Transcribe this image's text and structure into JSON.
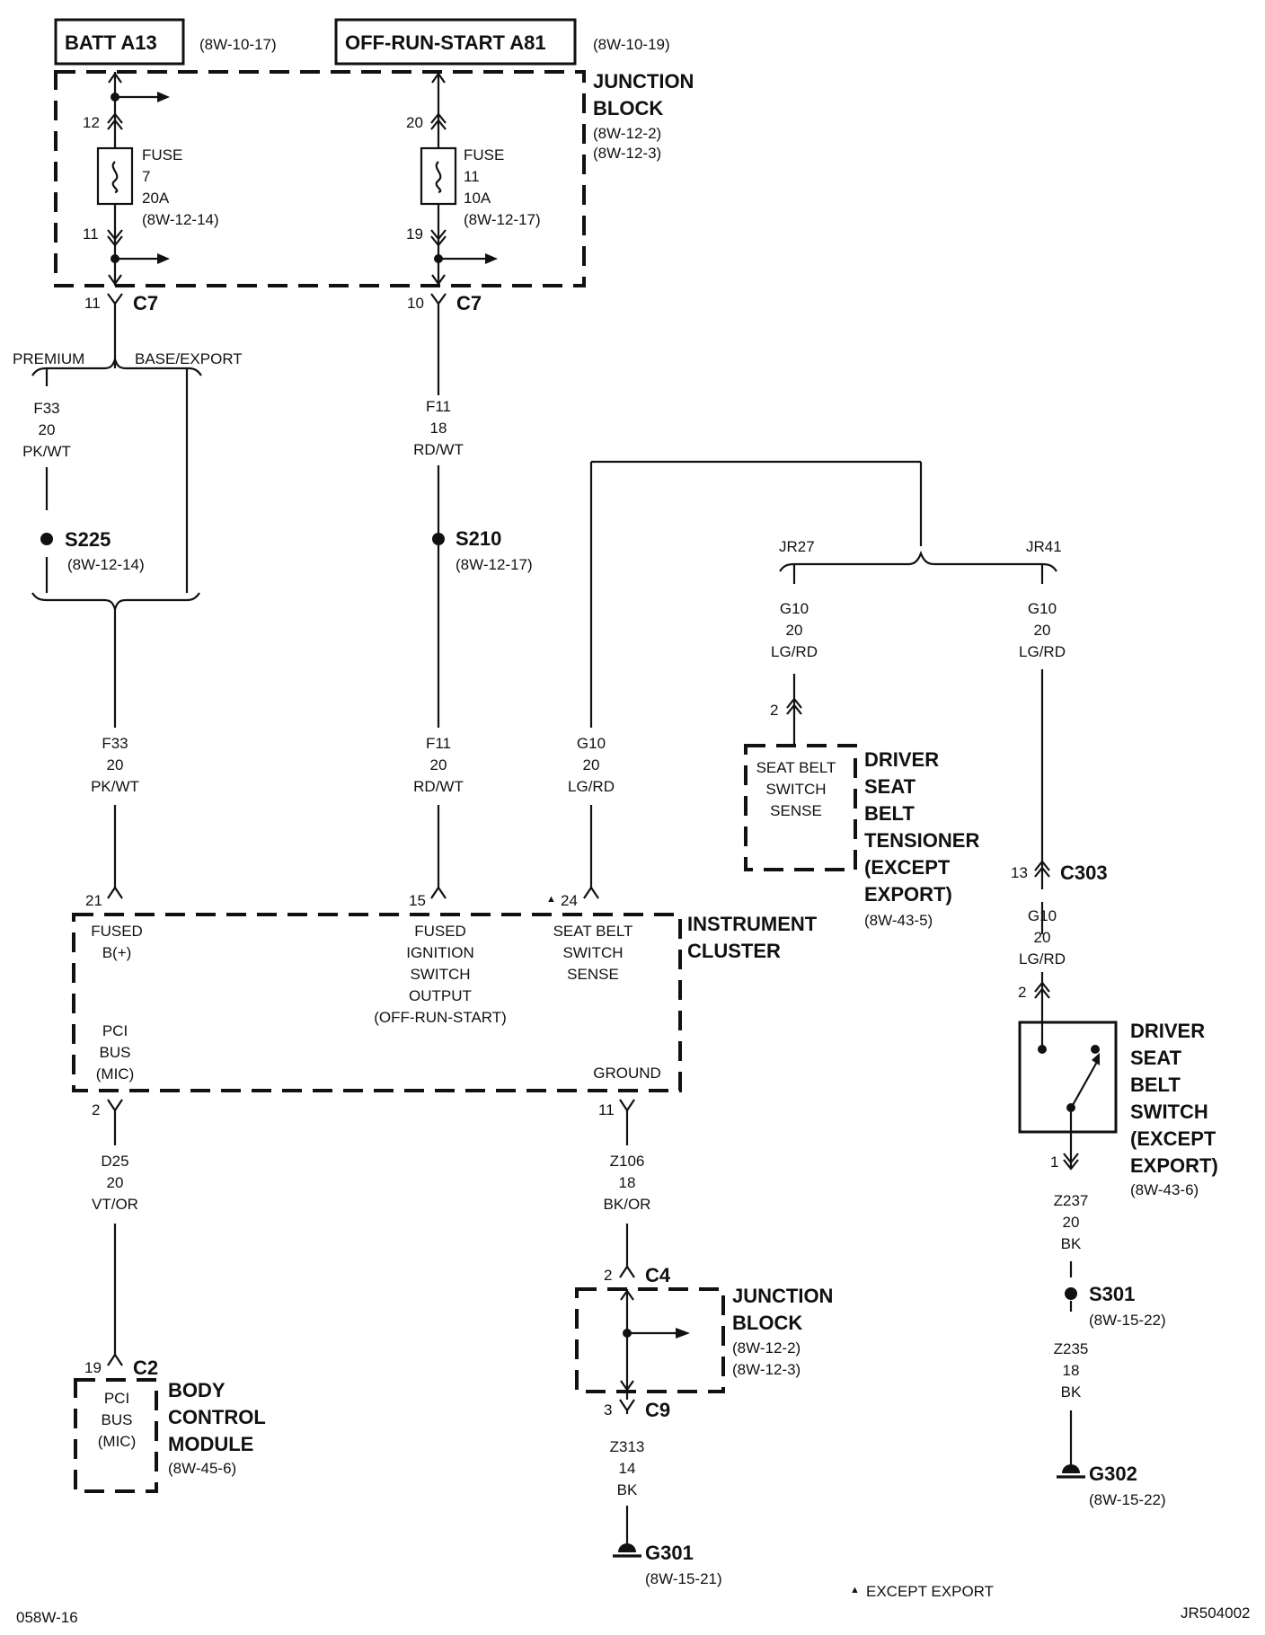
{
  "sources": {
    "batt_label": "BATT A13",
    "batt_ref": "(8W-10-17)",
    "ors_label": "OFF-RUN-START A81",
    "ors_ref": "(8W-10-19)"
  },
  "junction_block_top": {
    "line1": "JUNCTION",
    "line2": "BLOCK",
    "ref1": "(8W-12-2)",
    "ref2": "(8W-12-3)"
  },
  "fuse7": {
    "in_pin": "12",
    "out_pin": "11",
    "line1": "FUSE",
    "line2": "7",
    "line3": "20A",
    "ref": "(8W-12-14)"
  },
  "fuse11": {
    "in_pin": "20",
    "out_pin": "19",
    "line1": "FUSE",
    "line2": "11",
    "line3": "10A",
    "ref": "(8W-12-17)"
  },
  "c7_left": {
    "pin": "11",
    "name": "C7"
  },
  "c7_right": {
    "pin": "10",
    "name": "C7"
  },
  "options": {
    "premium": "PREMIUM",
    "base_export": "BASE/EXPORT"
  },
  "wire_f33_a": {
    "code": "F33",
    "gauge": "20",
    "color": "PK/WT"
  },
  "s225": {
    "name": "S225",
    "ref": "(8W-12-14)"
  },
  "wire_f33_b": {
    "code": "F33",
    "gauge": "20",
    "color": "PK/WT"
  },
  "wire_f11_a": {
    "code": "F11",
    "gauge": "18",
    "color": "RD/WT"
  },
  "s210": {
    "name": "S210",
    "ref": "(8W-12-17)"
  },
  "wire_f11_b": {
    "code": "F11",
    "gauge": "20",
    "color": "RD/WT"
  },
  "wire_g10_cluster": {
    "code": "G10",
    "gauge": "20",
    "color": "LG/RD"
  },
  "jr27": "JR27",
  "jr41": "JR41",
  "wire_g10_tensioner": {
    "code": "G10",
    "gauge": "20",
    "color": "LG/RD"
  },
  "wire_g10_jr41": {
    "code": "G10",
    "gauge": "20",
    "color": "LG/RD"
  },
  "tensioner": {
    "pin": "2",
    "inner1": "SEAT BELT",
    "inner2": "SWITCH",
    "inner3": "SENSE",
    "t1": "DRIVER",
    "t2": "SEAT",
    "t3": "BELT",
    "t4": "TENSIONER",
    "t5": "(EXCEPT",
    "t6": "EXPORT)",
    "ref": "(8W-43-5)"
  },
  "c303": {
    "pin": "13",
    "name": "C303"
  },
  "wire_g10_switch": {
    "code": "G10",
    "gauge": "20",
    "color": "LG/RD"
  },
  "belt_switch": {
    "in_pin": "2",
    "out_pin": "1",
    "t1": "DRIVER",
    "t2": "SEAT",
    "t3": "BELT",
    "t4": "SWITCH",
    "t5": "(EXCEPT",
    "t6": "EXPORT)",
    "ref": "(8W-43-6)"
  },
  "wire_z237": {
    "code": "Z237",
    "gauge": "20",
    "color": "BK"
  },
  "s301": {
    "name": "S301",
    "ref": "(8W-15-22)"
  },
  "wire_z235": {
    "code": "Z235",
    "gauge": "18",
    "color": "BK"
  },
  "g302": {
    "name": "G302",
    "ref": "(8W-15-22)"
  },
  "cluster": {
    "pin_fused_b": "21",
    "pin_ign": "15",
    "pin_seat": "24",
    "pin_pci": "2",
    "pin_ground": "11",
    "fused_b1": "FUSED",
    "fused_b2": "B(+)",
    "ign1": "FUSED",
    "ign2": "IGNITION",
    "ign3": "SWITCH",
    "ign4": "OUTPUT",
    "ign5": "(OFF-RUN-START)",
    "seat1": "SEAT BELT",
    "seat2": "SWITCH",
    "seat3": "SENSE",
    "pci1": "PCI",
    "pci2": "BUS",
    "pci3": "(MIC)",
    "ground": "GROUND",
    "title1": "INSTRUMENT",
    "title2": "CLUSTER",
    "marker": "▲"
  },
  "wire_d25": {
    "code": "D25",
    "gauge": "20",
    "color": "VT/OR"
  },
  "bcm": {
    "pin": "19",
    "conn": "C2",
    "pci1": "PCI",
    "pci2": "BUS",
    "pci3": "(MIC)",
    "t1": "BODY",
    "t2": "CONTROL",
    "t3": "MODULE",
    "ref": "(8W-45-6)"
  },
  "wire_z106": {
    "code": "Z106",
    "gauge": "18",
    "color": "BK/OR"
  },
  "junction_block_bottom": {
    "c4_pin": "2",
    "c4": "C4",
    "c9_pin": "3",
    "c9": "C9",
    "line1": "JUNCTION",
    "line2": "BLOCK",
    "ref1": "(8W-12-2)",
    "ref2": "(8W-12-3)"
  },
  "wire_z313": {
    "code": "Z313",
    "gauge": "14",
    "color": "BK"
  },
  "g301": {
    "name": "G301",
    "ref": "(8W-15-21)"
  },
  "footnote": {
    "marker": "▲",
    "text": "EXCEPT EXPORT"
  },
  "corner_left": "058W-16",
  "corner_right": "JR504002"
}
